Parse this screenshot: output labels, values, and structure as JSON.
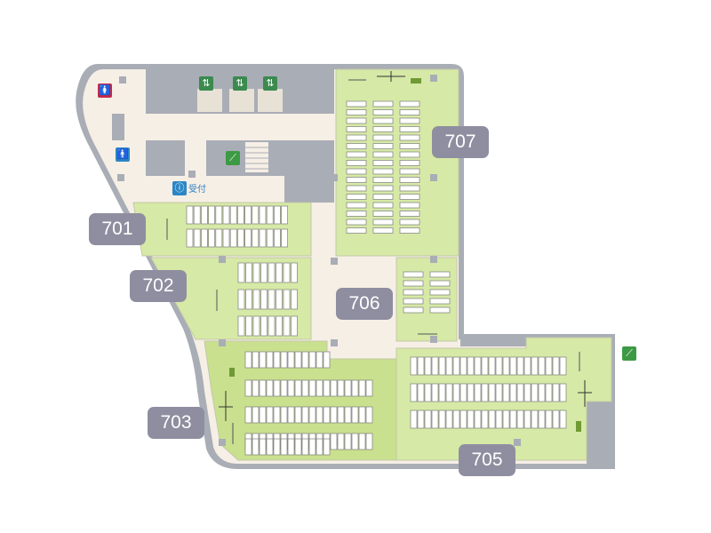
{
  "floor_map": {
    "rooms": [
      {
        "id": "701",
        "label": "701"
      },
      {
        "id": "702",
        "label": "702"
      },
      {
        "id": "703",
        "label": "703"
      },
      {
        "id": "705",
        "label": "705"
      },
      {
        "id": "706",
        "label": "706"
      },
      {
        "id": "707",
        "label": "707"
      }
    ],
    "reception_label": "受付",
    "icons": {
      "restroom": "restroom-icon",
      "elevator": "elevator-icon",
      "stairs": "stairs-icon",
      "info": "info-icon",
      "women": "womens-restroom-icon",
      "men": "mens-restroom-icon"
    },
    "colors": {
      "room_fill": "#d6e9a6",
      "room_fill_alt": "#c9e08e",
      "corridor": "#f6efe6",
      "wall": "#a9adb5",
      "label_bg": "#8f8ea0",
      "elevator_sign": "#3b8a4f",
      "restroom_women": "#c6284c",
      "restroom_men": "#2c86c5",
      "stairs_sign": "#3d9a44"
    }
  }
}
